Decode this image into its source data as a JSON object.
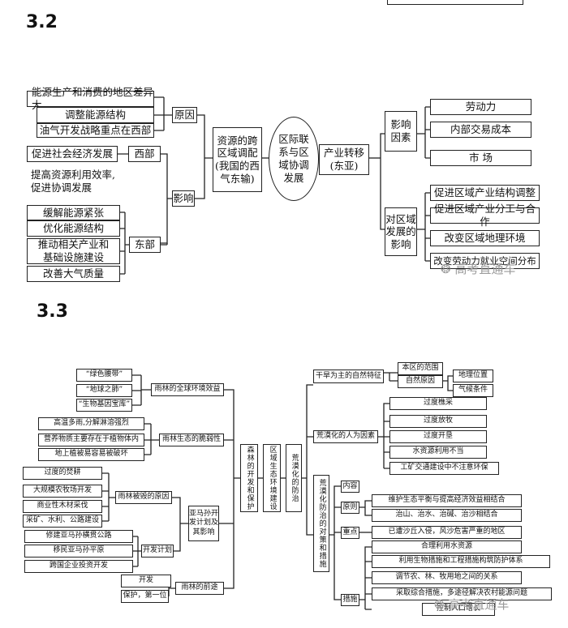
{
  "sections": {
    "s32": "3.2",
    "s33": "3.3"
  },
  "d1": {
    "left_top": [
      "能源生产和消费的地区差异大",
      "调整能源结构",
      "油气开发战略重点在西部"
    ],
    "reason": "原因",
    "west_items": [
      "促进社会经济发展",
      "提高资源利用效率,\n促进协调发展"
    ],
    "west": "西部",
    "effect": "影响",
    "east_items": [
      "缓解能源紧张",
      "优化能源结构",
      "推动相关产业和\n基础设施建设",
      "改善大气质量"
    ],
    "east": "东部",
    "center_left": "资源的跨\n区域调配\n(我国的西\n气东输)",
    "center": "区际联\n系与区\n域协调\n发展",
    "center_right": "产业转移\n(东亚)",
    "factors": "影响\n因素",
    "factor_items": [
      "劳动力",
      "内部交易成本",
      "市  场"
    ],
    "impact": "对区域\n发展的\n影响",
    "impact_items": [
      "促进区域产业结构调整",
      "促进区域产业分工与合作",
      "改变区域地理环境",
      "改变劳动力就业空间分布"
    ]
  },
  "d2": {
    "nicknames": [
      "“绿色腰带”",
      "“地球之肺”",
      "“生物基因宝库”"
    ],
    "global_effect": "雨林的全球环境效益",
    "fragility_items": [
      "高温多雨,分解淋溶强烈",
      "营养物质主要存在于植物体内",
      "地上植被易容易被破坏"
    ],
    "fragility": "雨林生态的脆弱性",
    "cause_items": [
      "过度的焚耕",
      "大规模农牧场开发",
      "商业性木材采伐",
      "采矿、水利、公路建设"
    ],
    "cause": "雨林被毁的原因",
    "plan_items": [
      "修建亚马孙横贯公路",
      "移民亚马孙平原",
      "跨国企业投资开发"
    ],
    "plan": "开发计划",
    "amazon": "亚马孙开\n发计划及\n其影响",
    "future_items": [
      "开发",
      "保护，第一位"
    ],
    "future": "雨林的前途",
    "protect": "森林的开发和保护",
    "eco": "区域生态环境建设",
    "desert_prevent": "荒漠化的防治",
    "natural": "干旱为主的自然特征",
    "natural_items": [
      "本区的范围",
      "自然原因"
    ],
    "natural_sub": [
      "地理位置",
      "气候条件"
    ],
    "human": "荒漠化的人为因素",
    "human_items": [
      "过度樵采",
      "过度放牧",
      "过度开垦",
      "水资源利用不当",
      "工矿交通建设中不注意环保"
    ],
    "measures": "荒漠化防治的对策和措施",
    "content": "内容",
    "principle": "原则",
    "principle_items": [
      "维护生态平衡与提高经济效益相结合",
      "治山、治水、治碱、治沙相结合"
    ],
    "focus": "重点",
    "focus_item": "已遭沙丘入侵，风沙危害严重的地区",
    "measure": "措施",
    "measure_items": [
      "合理利用水资源",
      "利用生物措施和工程措施构筑防护体系",
      "调节农、林、牧用地之间的关系",
      "采取综合措施，多途径解决农村能源问题",
      "控制人口增长"
    ]
  },
  "watermark": "高考直通车"
}
